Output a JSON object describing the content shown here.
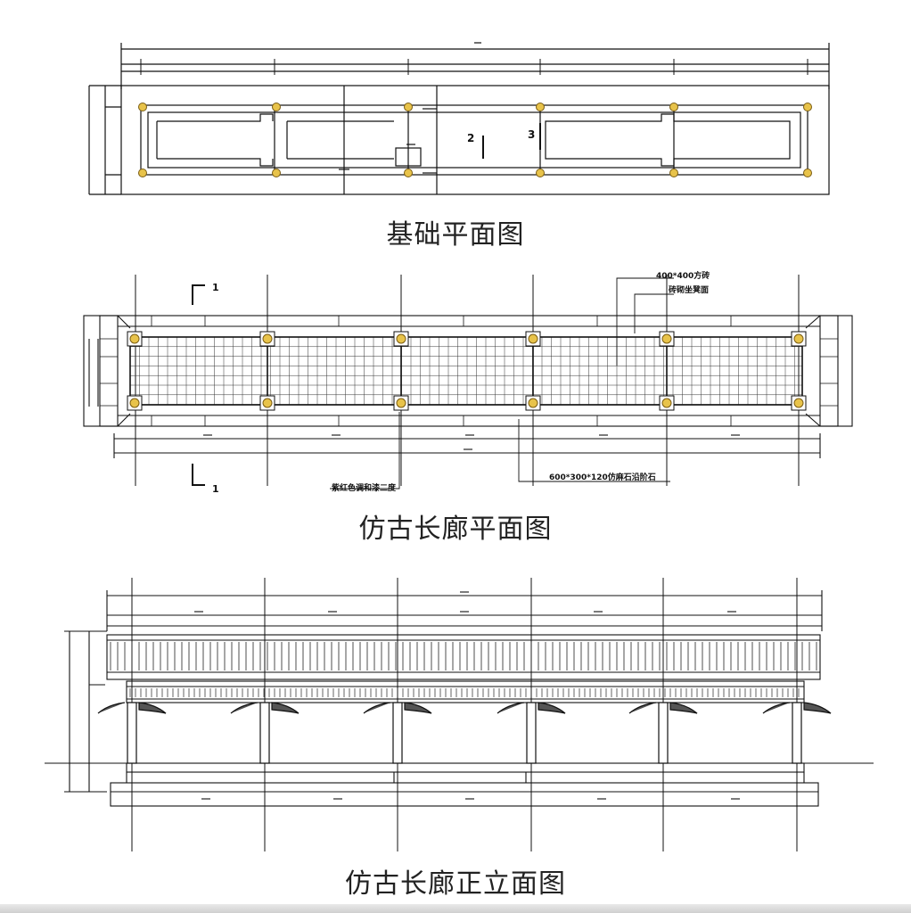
{
  "captions": {
    "foundation_plan": "基础平面图",
    "corridor_plan": "仿古长廊平面图",
    "corridor_elevation": "仿古长廊正立面图"
  },
  "foundation_labels": {
    "mark_2": "2",
    "mark_3": "3"
  },
  "corridor_plan_labels": {
    "section_mark_top": "1",
    "section_mark_bottom": "1",
    "note_tile_1": "400*400方砖",
    "note_tile_2": "砖砌坐凳面",
    "note_paint": "紫红色调和漆二度",
    "note_stone": "600*300*120仿麻石沿阶石"
  },
  "colors": {
    "line": "#111111",
    "column_dot": "#e8c34a"
  }
}
